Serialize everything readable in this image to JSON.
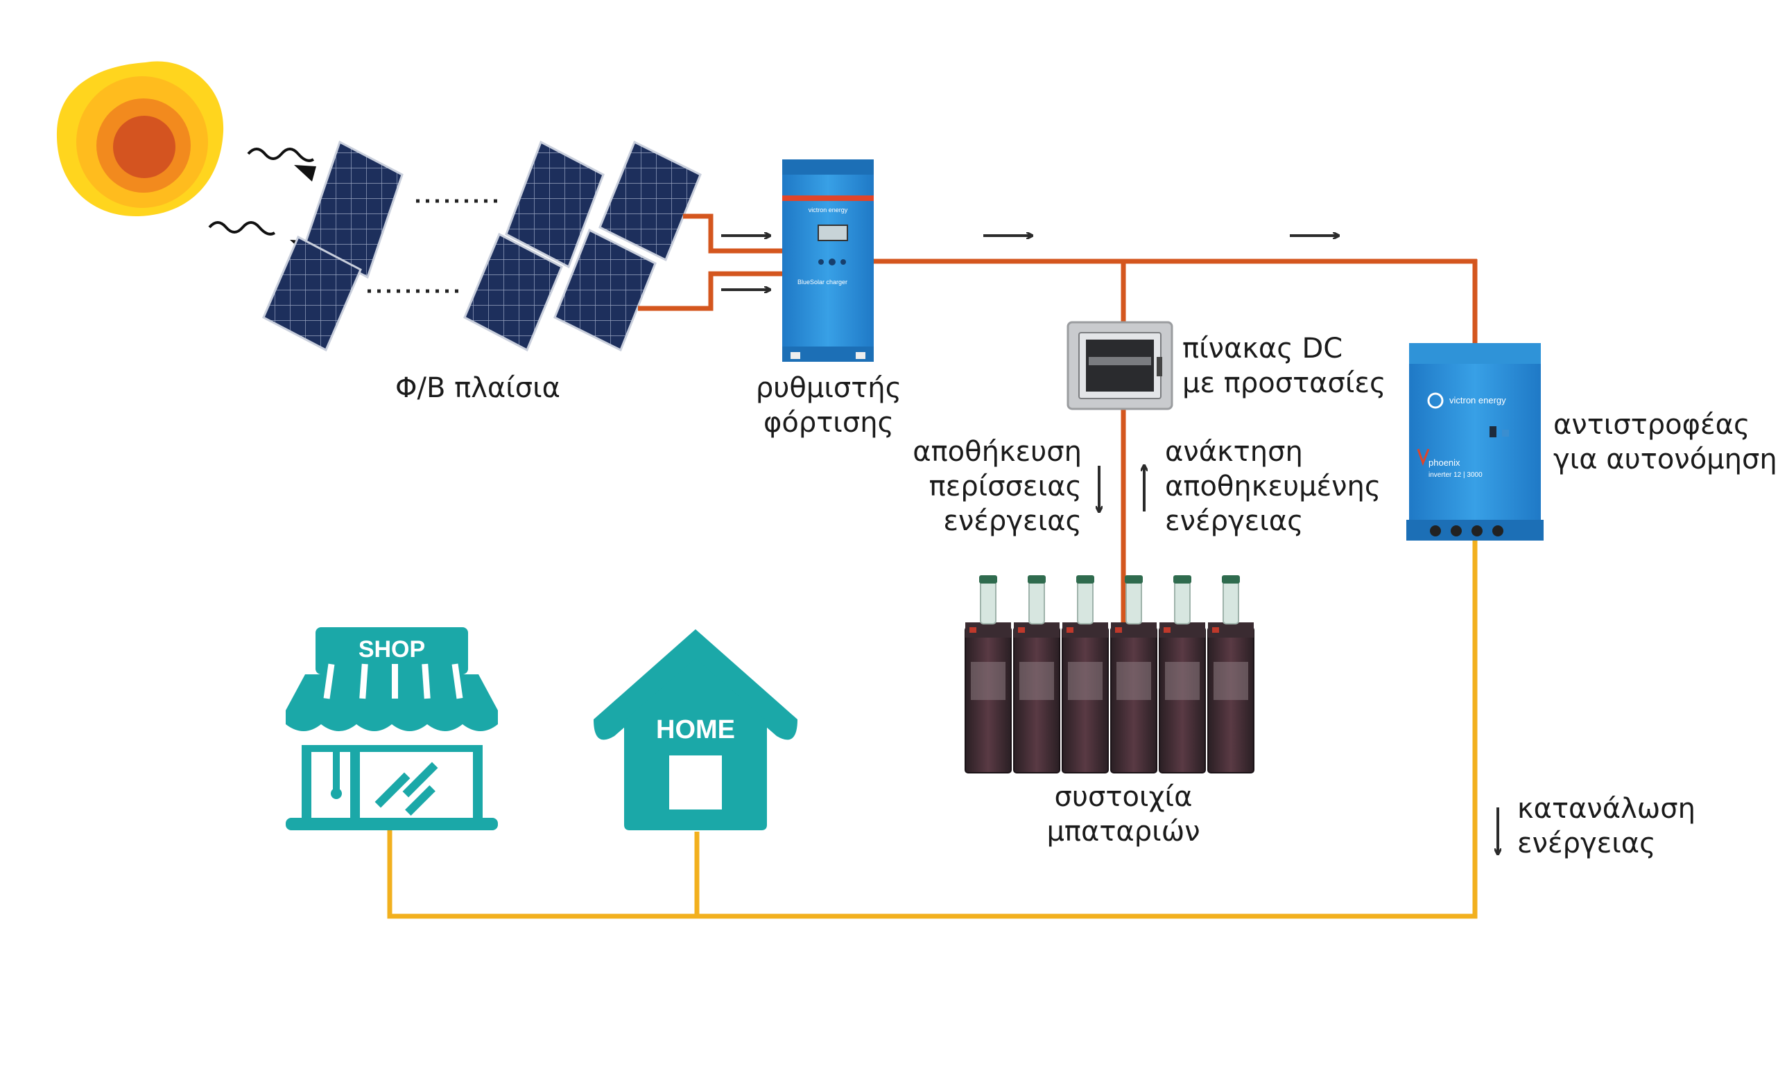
{
  "labels": {
    "pv_panels": "Φ/Β πλαίσια",
    "charge_controller": [
      "ρυθμιστής",
      "φόρτισης"
    ],
    "dc_panel": [
      "πίνακας DC",
      "με προστασίες"
    ],
    "inverter": [
      "αντιστροφέας",
      "για αυτονόμηση"
    ],
    "store_excess": [
      "αποθήκευση",
      "περίσσειας",
      "ενέργειας"
    ],
    "recover_stored": [
      "ανάκτηση",
      "αποθηκευμένης",
      "ενέργειας"
    ],
    "battery_bank": [
      "συστοιχία",
      "μπαταριών"
    ],
    "consumption": [
      "κατανάλωση",
      "ενέργειας"
    ]
  },
  "icons": {
    "shop": "SHOP",
    "home": "HOME"
  },
  "device_text": {
    "controller_brand": "victron energy",
    "controller_model": "BlueSolar charger",
    "inverter_brand": "victron energy",
    "inverter_model": "phoenix",
    "inverter_rating": "inverter 12 | 3000"
  },
  "colors": {
    "dc_line": "#D4561E",
    "ac_line": "#F2B01E",
    "building": "#1BA8A8",
    "victron_blue": "#2C8FD6",
    "sun_outer": "#FFD51E",
    "sun_mid": "#F9A11B",
    "sun_inner": "#D45420"
  }
}
